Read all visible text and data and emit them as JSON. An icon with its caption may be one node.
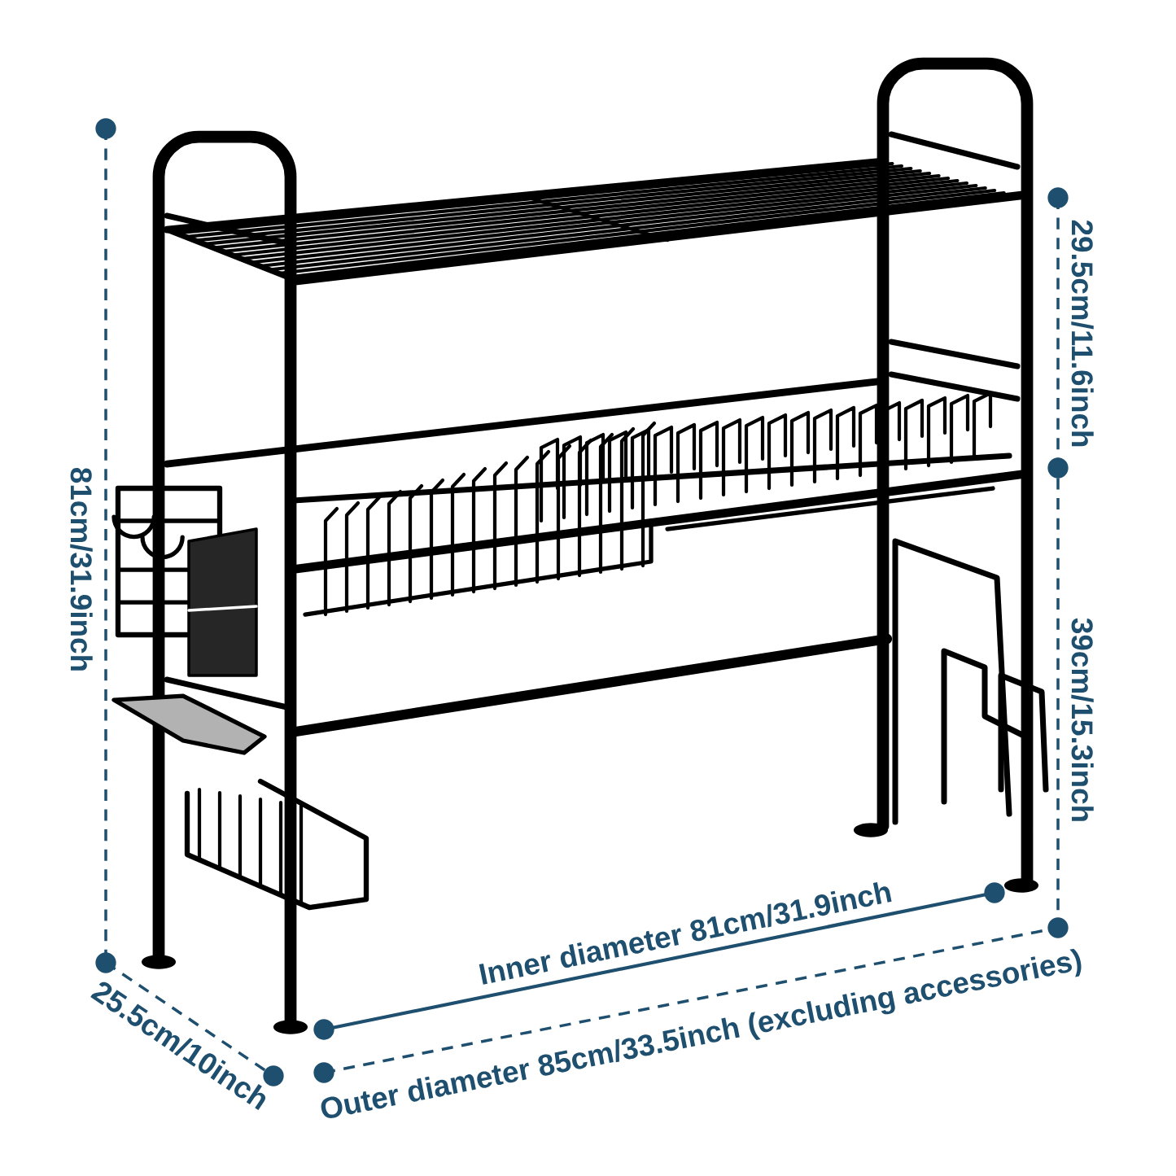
{
  "diagram": {
    "labels": [
      "81cm/31.9inch",
      "29.5cm/11.6inch",
      "39cm/15.3inch",
      "Inner diameter 81cm/31.9inch",
      "25.5cm/10inch",
      "Outer diameter 85cm/33.5inch (excluding accessories)"
    ]
  }
}
